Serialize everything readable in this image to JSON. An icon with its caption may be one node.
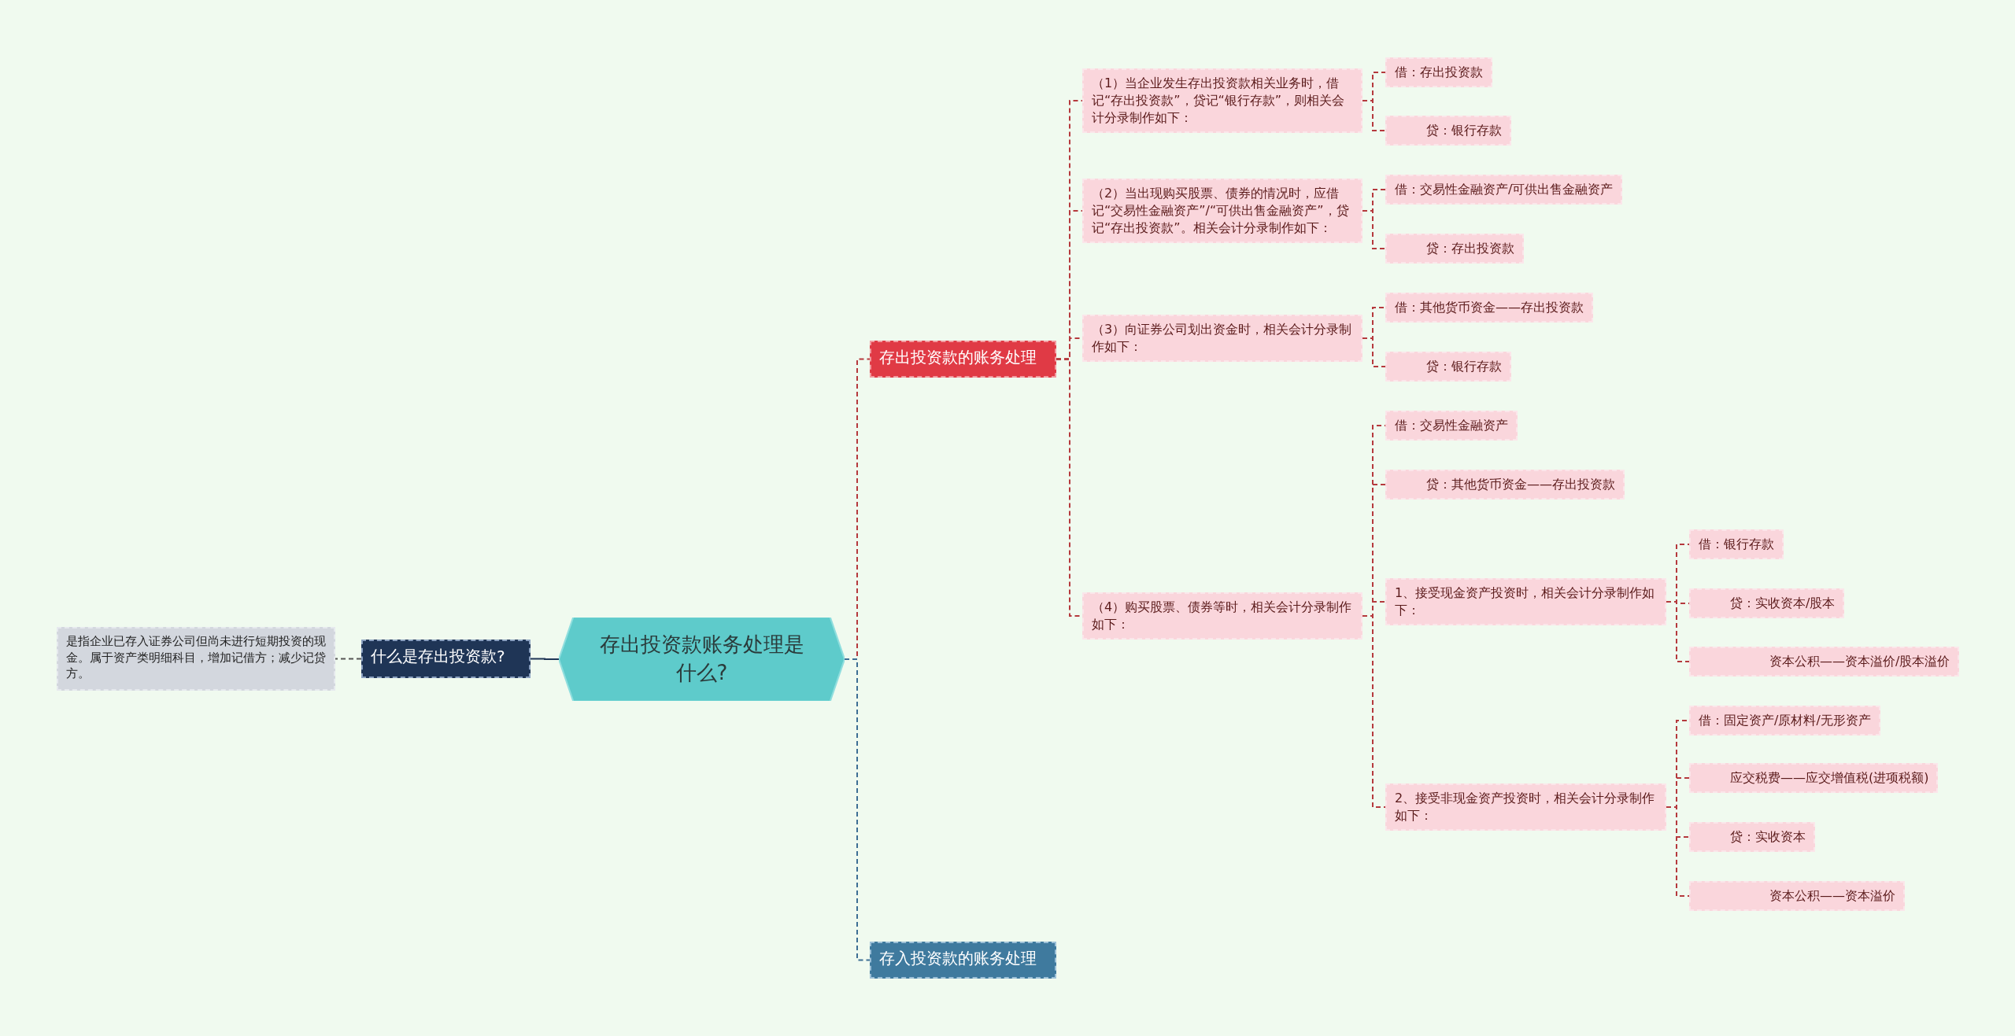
{
  "diagram": {
    "nodes": [
      {
        "text": [
          "存出投资款账务处理是什么?"
        ]
      },
      {
        "text": [
          "什么是存出投资款?"
        ]
      },
      {
        "text": [
          "是指企业已存入证券公司但尚未进行短期投资的现金。属于资产类明细科目，增加记借方；减少记贷方。"
        ]
      },
      {
        "text": [
          "存出投资款的账务处理"
        ]
      },
      {
        "text": [
          "存入投资款的账务处理"
        ]
      },
      {
        "text": [
          "（1）当企业发生存出投资款相关业务时，借记“存出投资款”，贷记“银行存款”，则相关会计分录制作如下："
        ]
      },
      {
        "text": [
          "借：存出投资款"
        ]
      },
      {
        "text": [
          "贷：银行存款"
        ]
      },
      {
        "text": [
          "（2）当出现购买股票、债券的情况时，应借记“交易性金融资产”/“可供出售金融资产”，贷记“存出投资款”。相关会计分录制作如下："
        ]
      },
      {
        "text": [
          "借：交易性金融资产/可供出售金融资产"
        ]
      },
      {
        "text": [
          "贷：存出投资款"
        ]
      },
      {
        "text": [
          "（3）向证券公司划出资金时，相关会计分录制作如下："
        ]
      },
      {
        "text": [
          "借：其他货币资金——存出投资款"
        ]
      },
      {
        "text": [
          "贷：银行存款"
        ]
      },
      {
        "text": [
          "（4）购买股票、债券等时，相关会计分录制作如下："
        ]
      },
      {
        "text": [
          "借：交易性金融资产"
        ]
      },
      {
        "text": [
          "贷：其他货币资金——存出投资款"
        ]
      },
      {
        "text": [
          "1、接受现金资产投资时，相关会计分录制作如下："
        ]
      },
      {
        "text": [
          "2、接受非现金资产投资时，相关会计分录制作如下："
        ]
      },
      {
        "text": [
          "借：银行存款"
        ]
      },
      {
        "text": [
          "贷：实收资本/股本"
        ]
      },
      {
        "text": [
          "资本公积——资本溢价/股本溢价"
        ]
      },
      {
        "text": [
          "借：固定资产/原材料/无形资产"
        ]
      },
      {
        "text": [
          "应交税费——应交增值税(进项税额)"
        ]
      },
      {
        "text": [
          "贷：实收资本"
        ]
      },
      {
        "text": [
          "资本公积——资本溢价"
        ]
      }
    ],
    "edges": [
      {
        "from": 0,
        "to": 1,
        "arrow": "none",
        "color": "#1f3556"
      },
      {
        "from": 1,
        "to": 2,
        "arrow": "none",
        "style": "dashed",
        "color": "#555555"
      },
      {
        "from": 0,
        "to": 3,
        "arrow": "none",
        "style": "dashed"
      },
      {
        "from": 0,
        "to": 4,
        "arrow": "none",
        "style": "dashed",
        "color": "#3d6e94"
      },
      {
        "from": 3,
        "to": 5,
        "arrow": "none",
        "style": "dashed"
      },
      {
        "from": 3,
        "to": 8,
        "arrow": "none",
        "style": "dashed"
      },
      {
        "from": 3,
        "to": 11,
        "arrow": "none",
        "style": "dashed"
      },
      {
        "from": 3,
        "to": 14,
        "arrow": "none",
        "style": "dashed"
      },
      {
        "from": 5,
        "to": 6,
        "arrow": "none",
        "style": "dashed"
      },
      {
        "from": 5,
        "to": 7,
        "arrow": "none",
        "style": "dashed"
      },
      {
        "from": 8,
        "to": 9,
        "arrow": "none",
        "style": "dashed"
      },
      {
        "from": 8,
        "to": 10,
        "arrow": "none",
        "style": "dashed"
      },
      {
        "from": 11,
        "to": 12,
        "arrow": "none",
        "style": "dashed"
      },
      {
        "from": 11,
        "to": 13,
        "arrow": "none",
        "style": "dashed"
      },
      {
        "from": 14,
        "to": 15,
        "arrow": "none",
        "style": "dashed"
      },
      {
        "from": 14,
        "to": 16,
        "arrow": "none",
        "style": "dashed"
      },
      {
        "from": 14,
        "to": 17,
        "arrow": "none",
        "style": "dashed"
      },
      {
        "from": 14,
        "to": 18,
        "arrow": "none",
        "style": "dashed"
      },
      {
        "from": 17,
        "to": 19,
        "arrow": "none",
        "style": "dashed"
      },
      {
        "from": 17,
        "to": 20,
        "arrow": "none",
        "style": "dashed"
      },
      {
        "from": 17,
        "to": 21,
        "arrow": "none",
        "style": "dashed"
      },
      {
        "from": 18,
        "to": 22,
        "arrow": "none",
        "style": "dashed"
      },
      {
        "from": 18,
        "to": 23,
        "arrow": "none",
        "style": "dashed"
      },
      {
        "from": 18,
        "to": 24,
        "arrow": "none",
        "style": "dashed"
      },
      {
        "from": 18,
        "to": 25,
        "arrow": "none",
        "style": "dashed"
      }
    ]
  }
}
